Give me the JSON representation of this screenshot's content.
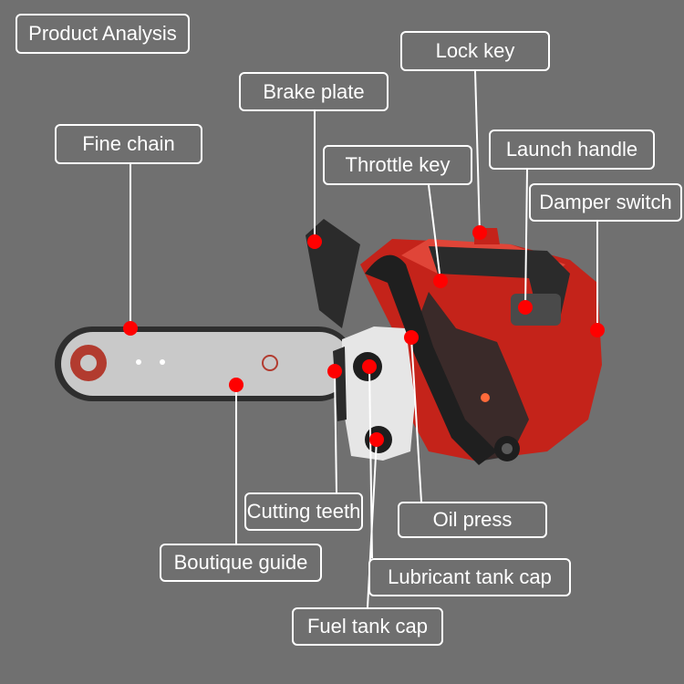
{
  "title": "Product Analysis",
  "colors": {
    "background": "#707070",
    "callout_dot": "#ff0000",
    "body_red": "#c4231a",
    "bar": "#c9c9c9",
    "chain": "#2e2e2e",
    "handle": "#2b2b2b",
    "tank": "#e6e6e6"
  },
  "labels": {
    "lock_key": "Lock key",
    "brake_plate": "Brake plate",
    "fine_chain": "Fine chain",
    "throttle_key": "Throttle key",
    "launch_handle": "Launch handle",
    "damper_switch": "Damper switch",
    "cutting_teeth": "Cutting teeth",
    "oil_press": "Oil press",
    "boutique_guide": "Boutique guide",
    "lubricant_tank_cap": "Lubricant tank cap",
    "fuel_tank_cap": "Fuel tank cap"
  }
}
